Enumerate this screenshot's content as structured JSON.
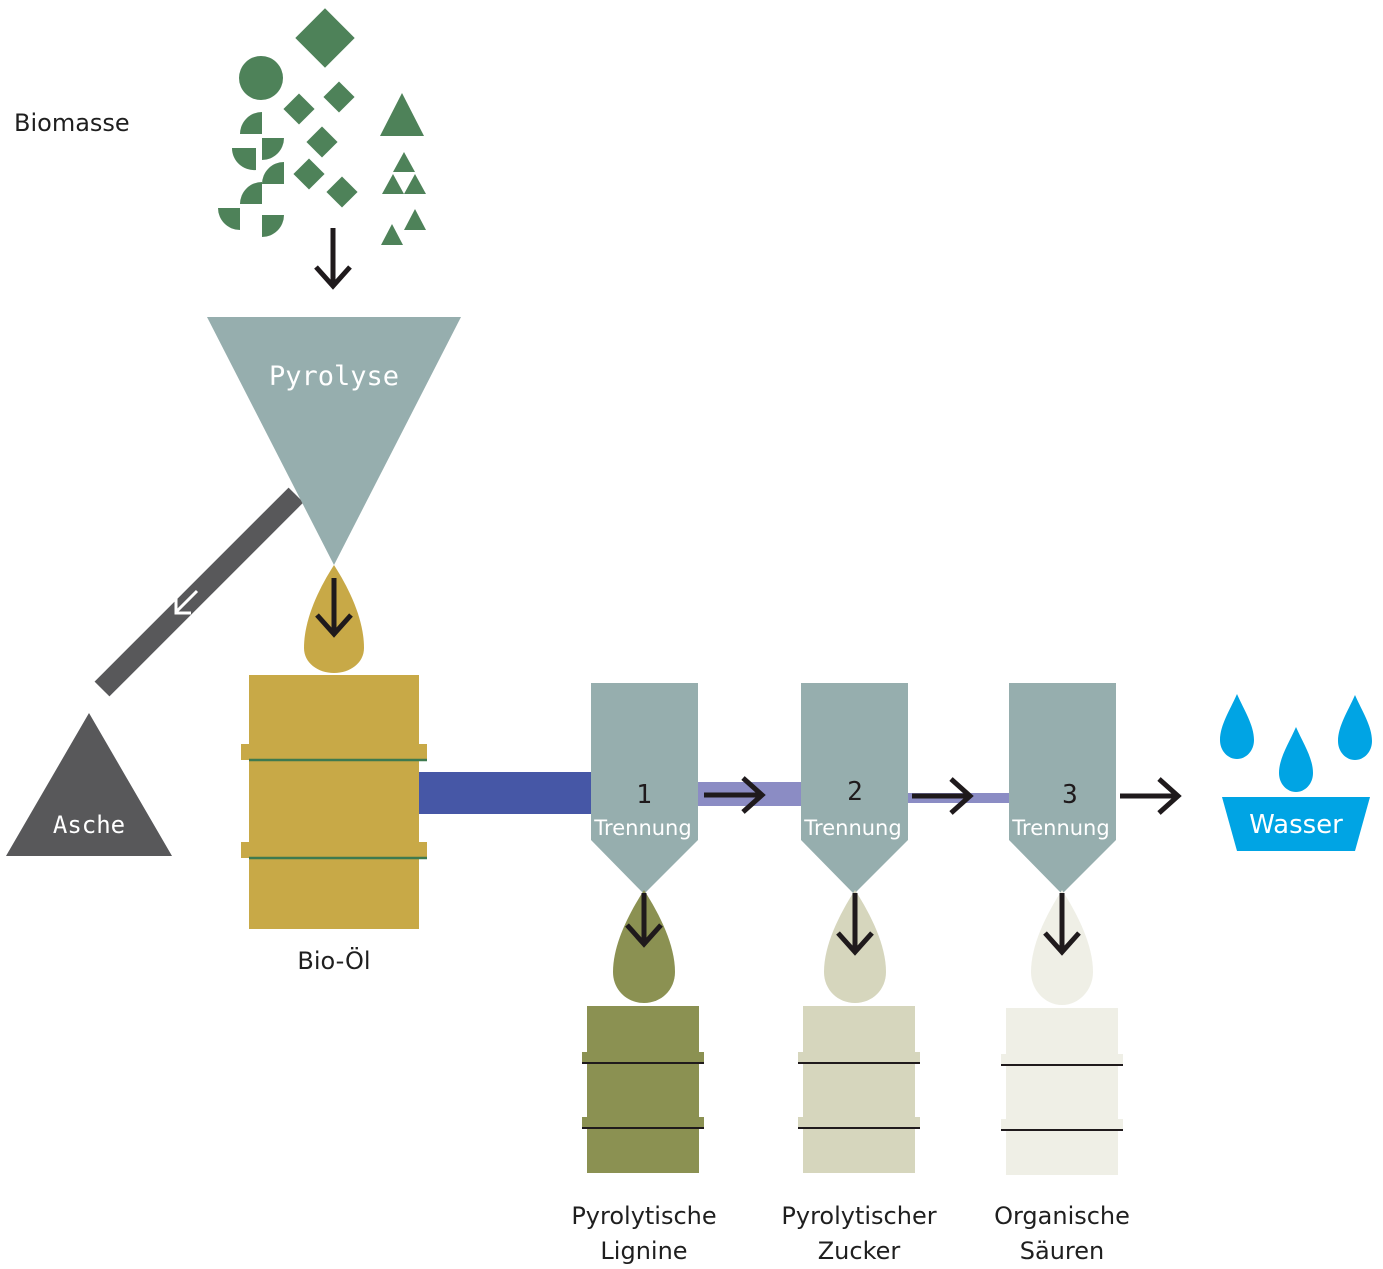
{
  "labels": {
    "biomasse": "Biomasse",
    "pyrolyse": "Pyrolyse",
    "asche": "Asche",
    "bio_oel": "Bio-Öl",
    "wasser": "Wasser",
    "trennung": "Trennung",
    "stage1_num": "1",
    "stage2_num": "2",
    "stage3_num": "3",
    "product1_line1": "Pyrolytische",
    "product1_line2": "Lignine",
    "product2_line1": "Pyrolytischer",
    "product2_line2": "Zucker",
    "product3_line1": "Organische",
    "product3_line2": "Säuren"
  },
  "colors": {
    "biomass_green": "#4e8259",
    "hopper_gray": "#96aeae",
    "ash_dark": "#58585a",
    "bio_oil_gold": "#c8a947",
    "pipe_blue": "#4657a6",
    "pipe_lavender": "#8b8cc4",
    "lignin_olive": "#8b9152",
    "sugar_beige": "#d6d6bd",
    "acid_cream": "#efefe6",
    "water_blue": "#00a4e4",
    "arrow_black": "#1f1a1c",
    "band_green": "#3e7a4f"
  }
}
